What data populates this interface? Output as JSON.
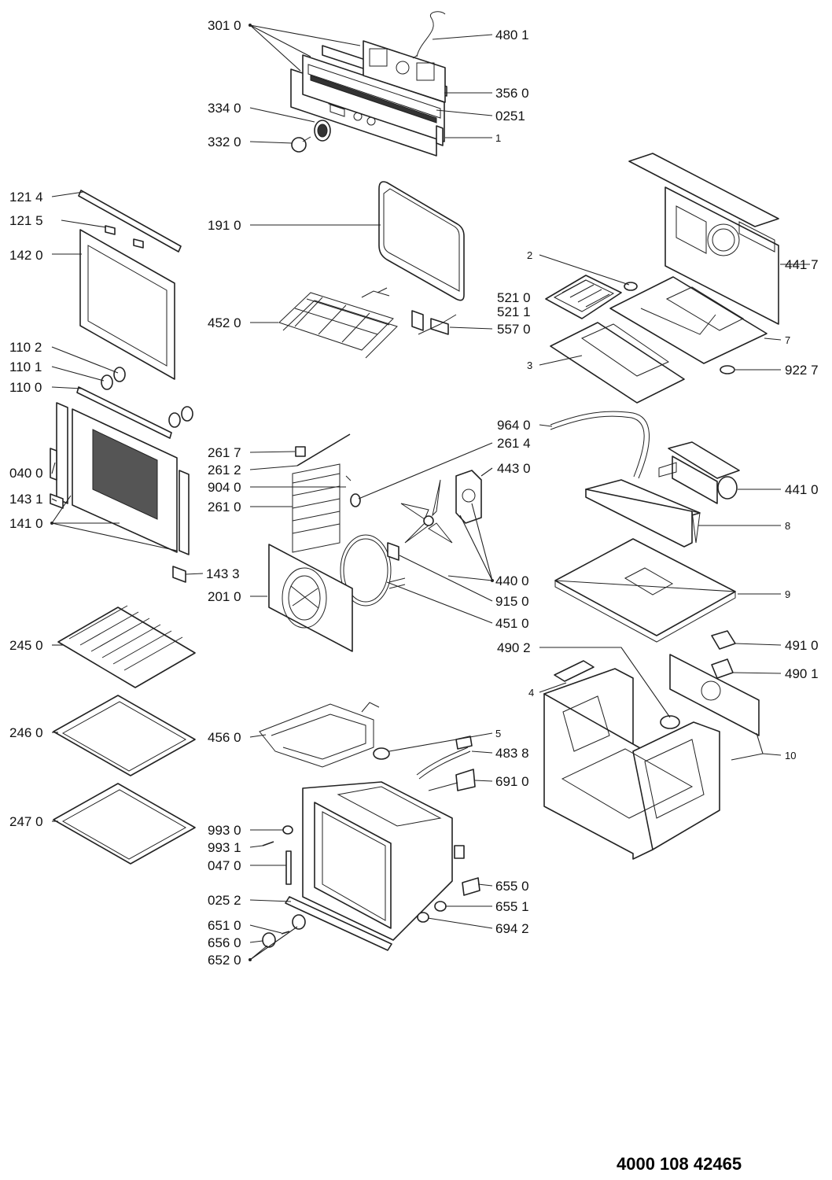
{
  "document_number": "4000 108 42465",
  "callouts": [
    {
      "id": "c3010",
      "text": "301 0",
      "side": "left"
    },
    {
      "id": "c4801",
      "text": "480 1",
      "side": "right"
    },
    {
      "id": "c3560",
      "text": "356 0",
      "side": "right"
    },
    {
      "id": "c3340",
      "text": "334 0",
      "side": "left"
    },
    {
      "id": "c0251",
      "text": "0251",
      "side": "right"
    },
    {
      "id": "c3320",
      "text": "332 0",
      "side": "left"
    },
    {
      "id": "c1",
      "text": "1",
      "side": "right"
    },
    {
      "id": "c1214",
      "text": "121 4",
      "side": "left"
    },
    {
      "id": "c1215",
      "text": "121 5",
      "side": "left"
    },
    {
      "id": "c1910",
      "text": "191 0",
      "side": "left"
    },
    {
      "id": "c1420",
      "text": "142 0",
      "side": "left"
    },
    {
      "id": "c4417",
      "text": "441 7",
      "side": "right"
    },
    {
      "id": "c2",
      "text": "2",
      "side": "left"
    },
    {
      "id": "c5210",
      "text": "521 0",
      "side": "left"
    },
    {
      "id": "c5211",
      "text": "521 1",
      "side": "left"
    },
    {
      "id": "c4520",
      "text": "452 0",
      "side": "left"
    },
    {
      "id": "c5570",
      "text": "557 0",
      "side": "left"
    },
    {
      "id": "c7",
      "text": "7",
      "side": "right"
    },
    {
      "id": "c1102",
      "text": "110 2",
      "side": "left"
    },
    {
      "id": "c3",
      "text": "3",
      "side": "left"
    },
    {
      "id": "c1101",
      "text": "110 1",
      "side": "left"
    },
    {
      "id": "c9227",
      "text": "922 7",
      "side": "right"
    },
    {
      "id": "c1100",
      "text": "110 0",
      "side": "left"
    },
    {
      "id": "c9640",
      "text": "964 0",
      "side": "left"
    },
    {
      "id": "c2614",
      "text": "261 4",
      "side": "left"
    },
    {
      "id": "c2617",
      "text": "261 7",
      "side": "left"
    },
    {
      "id": "c4430",
      "text": "443 0",
      "side": "left"
    },
    {
      "id": "c2612",
      "text": "261 2",
      "side": "left"
    },
    {
      "id": "c0400",
      "text": "040 0",
      "side": "left"
    },
    {
      "id": "c9040",
      "text": "904 0",
      "side": "left"
    },
    {
      "id": "c4410",
      "text": "441 0",
      "side": "right"
    },
    {
      "id": "c1431",
      "text": "143 1",
      "side": "left"
    },
    {
      "id": "c2610",
      "text": "261 0",
      "side": "left"
    },
    {
      "id": "c1410",
      "text": "141 0",
      "side": "left"
    },
    {
      "id": "c8",
      "text": "8",
      "side": "right"
    },
    {
      "id": "c1433",
      "text": "143 3",
      "side": "right"
    },
    {
      "id": "c4400",
      "text": "440 0",
      "side": "right"
    },
    {
      "id": "c2010",
      "text": "201 0",
      "side": "left"
    },
    {
      "id": "c9",
      "text": "9",
      "side": "right"
    },
    {
      "id": "c9150",
      "text": "915 0",
      "side": "right"
    },
    {
      "id": "c4510",
      "text": "451 0",
      "side": "right"
    },
    {
      "id": "c2450",
      "text": "245 0",
      "side": "left"
    },
    {
      "id": "c4910",
      "text": "491 0",
      "side": "right"
    },
    {
      "id": "c4902",
      "text": "490 2",
      "side": "left"
    },
    {
      "id": "c4901",
      "text": "490 1",
      "side": "right"
    },
    {
      "id": "c4",
      "text": "4",
      "side": "left"
    },
    {
      "id": "c2460",
      "text": "246 0",
      "side": "left"
    },
    {
      "id": "c4560",
      "text": "456 0",
      "side": "left"
    },
    {
      "id": "c5",
      "text": "5",
      "side": "right"
    },
    {
      "id": "c10",
      "text": "10",
      "side": "right"
    },
    {
      "id": "c4838",
      "text": "483 8",
      "side": "right"
    },
    {
      "id": "c6910",
      "text": "691 0",
      "side": "right"
    },
    {
      "id": "c2470",
      "text": "247 0",
      "side": "left"
    },
    {
      "id": "c9930",
      "text": "993 0",
      "side": "left"
    },
    {
      "id": "c9931",
      "text": "993 1",
      "side": "left"
    },
    {
      "id": "c0470",
      "text": "047 0",
      "side": "left"
    },
    {
      "id": "c6550",
      "text": "655 0",
      "side": "right"
    },
    {
      "id": "c0252",
      "text": "025 2",
      "side": "left"
    },
    {
      "id": "c6551",
      "text": "655 1",
      "side": "right"
    },
    {
      "id": "c6510",
      "text": "651 0",
      "side": "left"
    },
    {
      "id": "c6942",
      "text": "694 2",
      "side": "right"
    },
    {
      "id": "c6560",
      "text": "656 0",
      "side": "left"
    },
    {
      "id": "c6520",
      "text": "652 0",
      "side": "left"
    }
  ]
}
